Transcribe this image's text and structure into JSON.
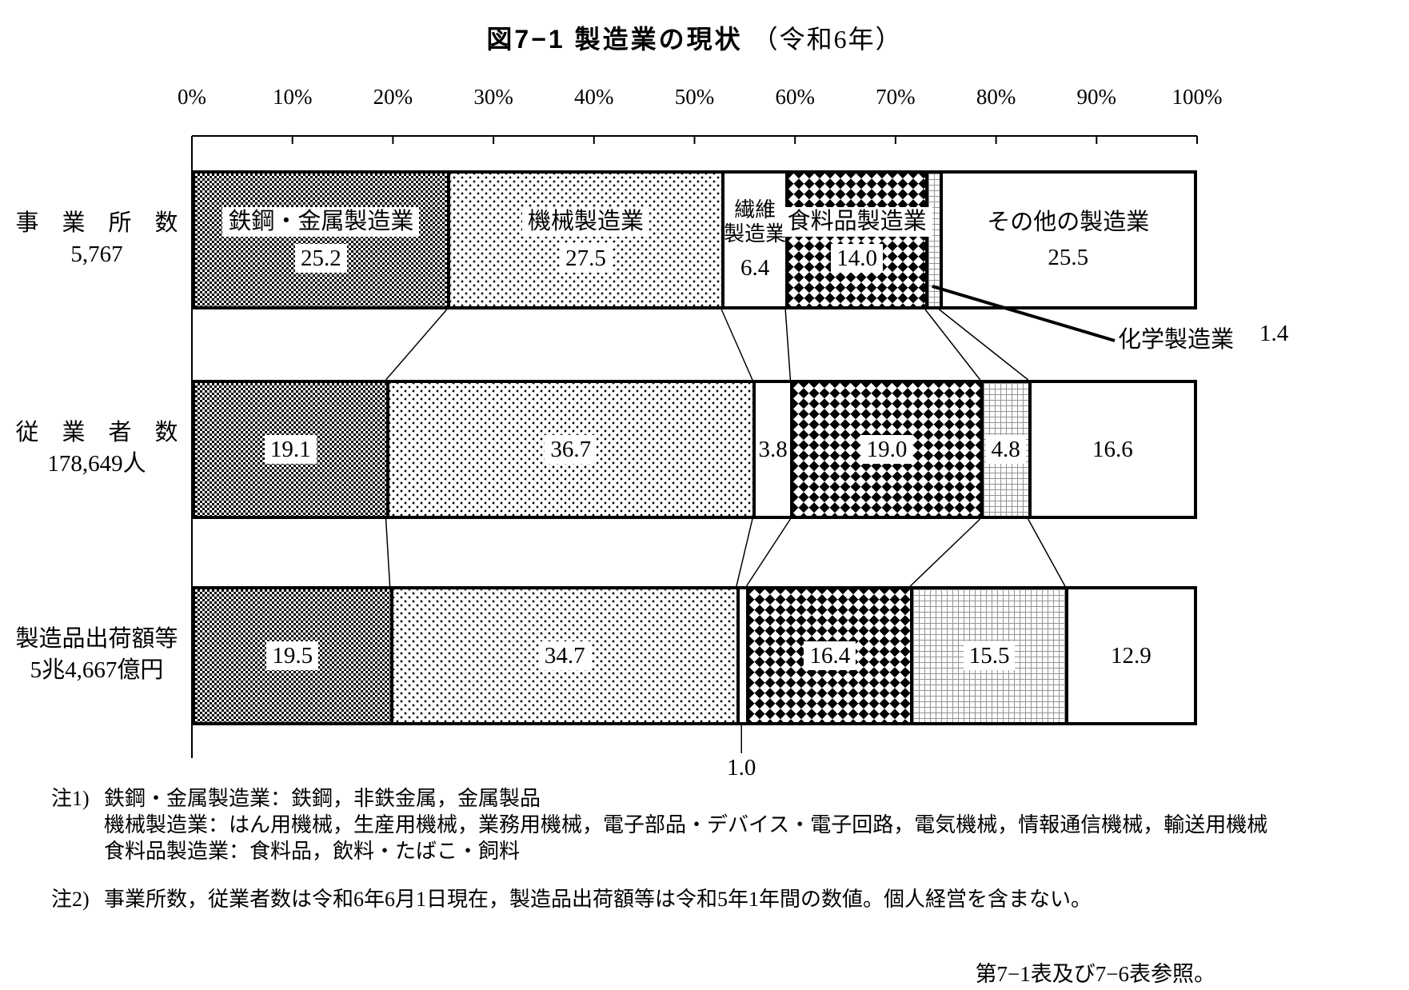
{
  "title": {
    "main": "図7−1 製造業の現状",
    "era": "（令和6年）"
  },
  "axis": {
    "tick_labels": [
      "0%",
      "10%",
      "20%",
      "30%",
      "40%",
      "50%",
      "60%",
      "70%",
      "80%",
      "90%",
      "100%"
    ]
  },
  "chart_data": {
    "type": "bar",
    "subtype": "stacked-horizontal-100percent",
    "unit": "%",
    "xlim": [
      0,
      100
    ],
    "grid": false,
    "categories": [
      "鉄鋼・金属製造業",
      "機械製造業",
      "繊維製造業",
      "食料品製造業",
      "化学製造業",
      "その他の製造業"
    ],
    "patterns": [
      "checker",
      "dots",
      "white",
      "diamond",
      "grid",
      "white"
    ],
    "rows": [
      {
        "label": "事　業　所　数",
        "total": "5,767",
        "values": [
          25.2,
          27.5,
          6.4,
          14.0,
          1.4,
          25.5
        ],
        "values_display": [
          "25.2",
          "27.5",
          "6.4",
          "14.0",
          "1.4",
          "25.5"
        ]
      },
      {
        "label": "従　業　者　数",
        "total": "178,649人",
        "values": [
          19.1,
          36.7,
          3.8,
          19.0,
          4.8,
          16.6
        ],
        "values_display": [
          "19.1",
          "36.7",
          "3.8",
          "19.0",
          "4.8",
          "16.6"
        ]
      },
      {
        "label": "製造品出荷額等",
        "total": "5兆4,667億円",
        "values": [
          19.5,
          34.7,
          1.0,
          16.4,
          15.5,
          12.9
        ],
        "values_display": [
          "19.5",
          "34.7",
          "1.0",
          "16.4",
          "15.5",
          "12.9"
        ]
      }
    ],
    "callouts": [
      {
        "target": "化学製造業（事業所数）",
        "label": "化学製造業",
        "value": "1.4"
      },
      {
        "target": "繊維製造業（製造品出荷額等）",
        "value": "1.0"
      }
    ]
  },
  "notes": {
    "note1_label": "注1)",
    "note1_lines": [
      "鉄鋼・金属製造業：鉄鋼，非鉄金属，金属製品",
      "機械製造業：はん用機械，生産用機械，業務用機械，電子部品・デバイス・電子回路，電気機械，情報通信機械，輸送用機械",
      "食料品製造業：食料品，飲料・たばこ・飼料"
    ],
    "note2_label": "注2)",
    "note2_text": "事業所数，従業者数は令和6年6月1日現在，製造品出荷額等は令和5年1年間の数値。個人経営を含まない。"
  },
  "source": "第7−1表及び7−6表参照。",
  "colors": {
    "ink": "#000000",
    "background": "#ffffff",
    "grid_gray": "#949494"
  }
}
